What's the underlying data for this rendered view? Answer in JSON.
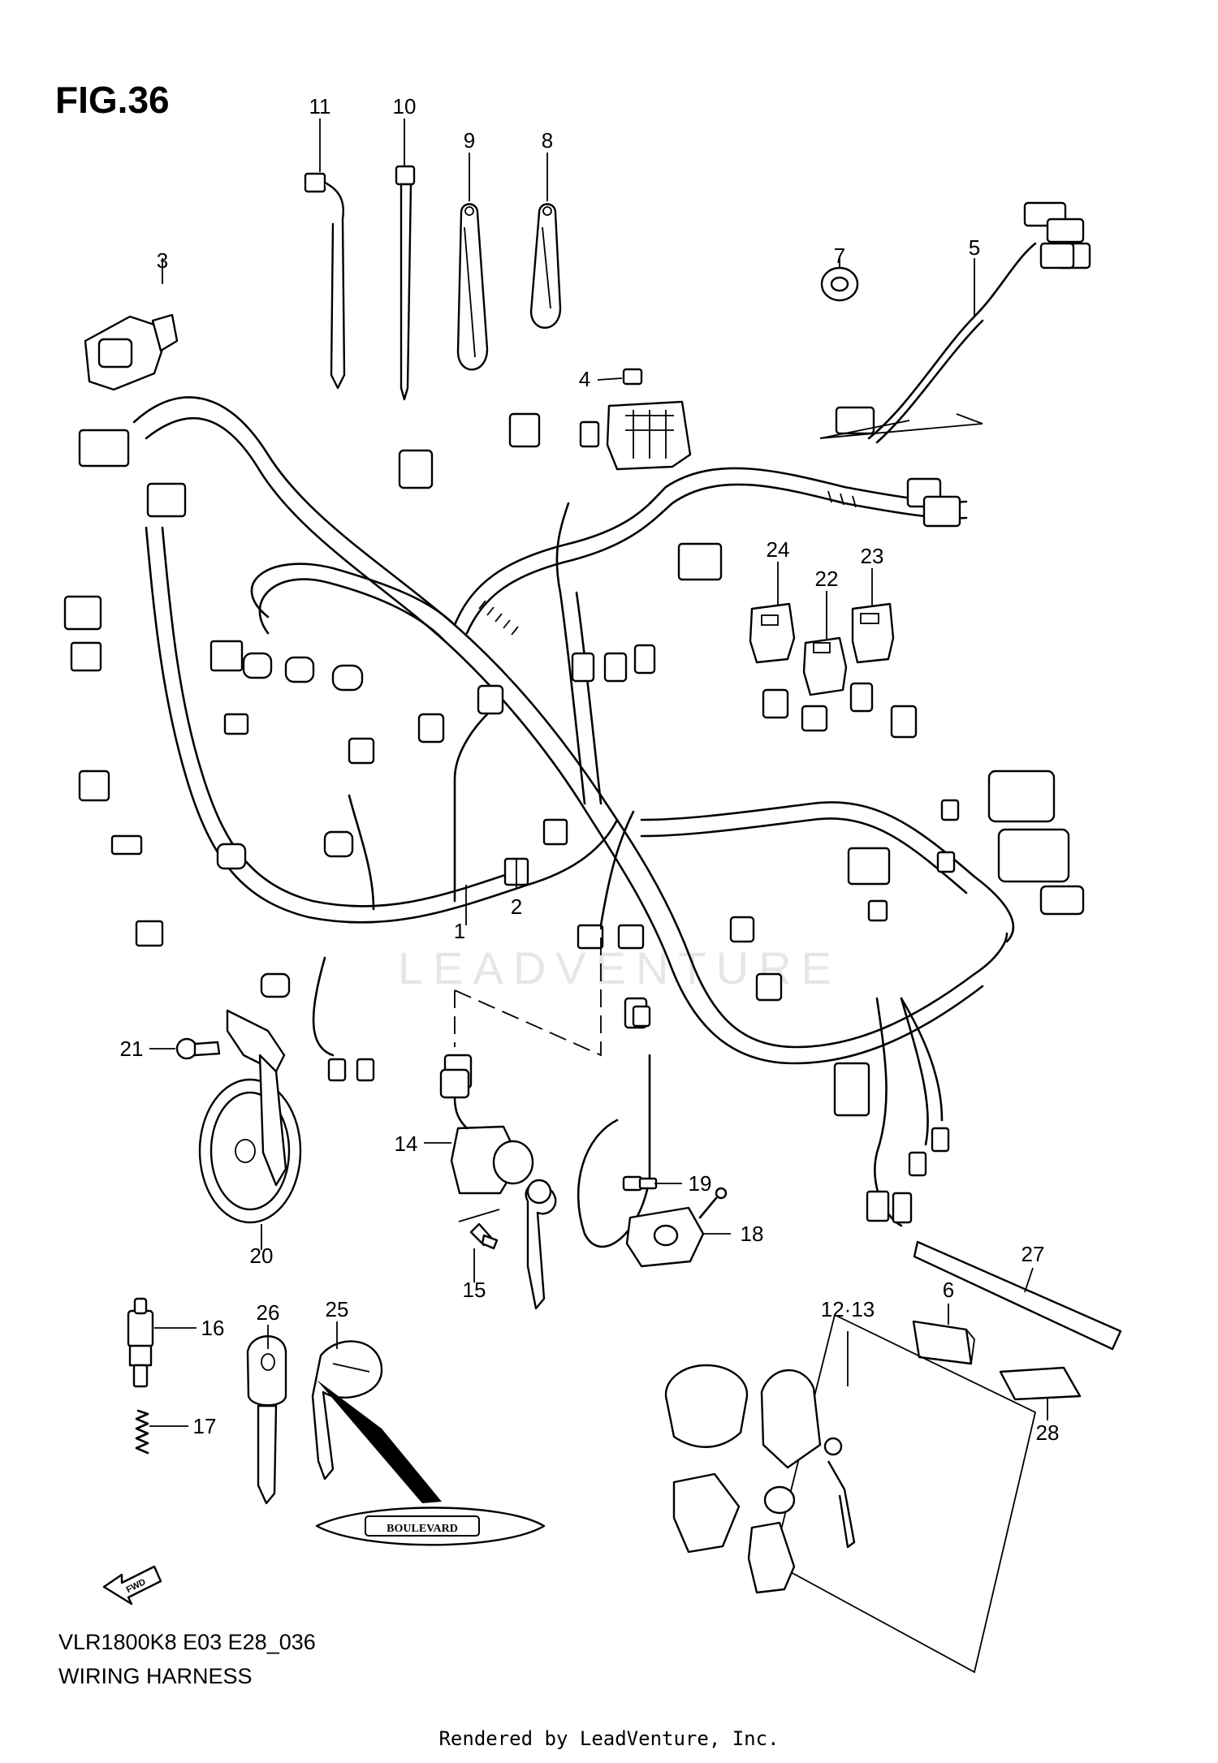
{
  "figure": {
    "title": "FIG.36",
    "model_code": "VLR1800K8 E03 E28_036",
    "caption": "WIRING HARNESS",
    "rendered_by": "Rendered by LeadVenture, Inc.",
    "watermark": "LEADVENTURE",
    "fwd_label": "FWD",
    "emblem_label": "BOULEVARD"
  },
  "callouts": [
    "1",
    "2",
    "3",
    "4",
    "5",
    "6",
    "7",
    "8",
    "9",
    "10",
    "11",
    "12·13",
    "14",
    "15",
    "16",
    "17",
    "18",
    "19",
    "20",
    "21",
    "22",
    "23",
    "24",
    "25",
    "26",
    "27",
    "28"
  ]
}
